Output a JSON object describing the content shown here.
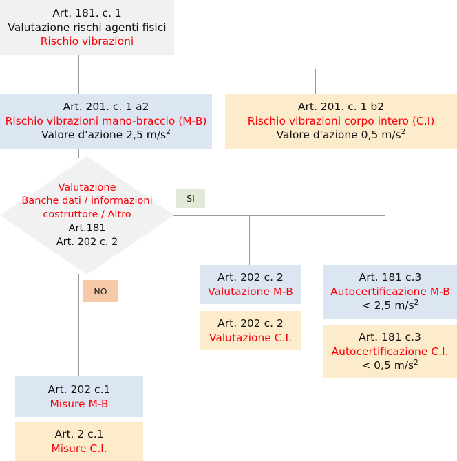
{
  "diagram": {
    "title": "Valutazione rischio vibrazioni - schema decisionale",
    "colors": {
      "grey": "#f1f1f1",
      "blue": "#dce6f2",
      "cream": "#fdeccb",
      "green_badge": "#e0ead6",
      "peach_badge": "#f6c9a8",
      "red_text": "#fb0007",
      "black_text": "#111111",
      "connector": "#9a9a9a"
    },
    "nodes": {
      "top": {
        "line1": "Art. 181. c. 1",
        "line2": "Valutazione rischi agenti fisici",
        "line3": "Rischio vibrazioni"
      },
      "mano_braccio": {
        "line1": "Art. 201. c. 1 a2",
        "line2": "Rischio vibrazioni mano-braccio (M-B)",
        "line3_pre": "Valore d'azione 2,5 m/s",
        "line3_sup": "2"
      },
      "corpo_intero": {
        "line1": "Art. 201. c. 1 b2",
        "line2": "Rischio vibrazioni corpo intero (C.I)",
        "line3_pre": "Valore d'azione 0,5 m/s",
        "line3_sup": "2"
      },
      "decision": {
        "line1": "Valutazione",
        "line2": "Banche dati / informazioni",
        "line3": "costruttore / Altro",
        "line4": "Art.181",
        "line5": "Art. 202 c. 2"
      },
      "badge_si": "SI",
      "badge_no": "NO",
      "valutazione_mb": {
        "line1": "Art. 202 c. 2",
        "line2": "Valutazione M-B"
      },
      "valutazione_ci": {
        "line1": "Art. 202 c. 2",
        "line2": "Valutazione C.I."
      },
      "autocert_mb": {
        "line1": "Art. 181 c.3",
        "line2": "Autocertificazione M-B",
        "line3_pre": "< 2,5 m/s",
        "line3_sup": "2"
      },
      "autocert_ci": {
        "line1": "Art. 181 c.3",
        "line2": "Autocertificazione C.I.",
        "line3_pre": "< 0,5 m/s",
        "line3_sup": "2"
      },
      "misure_mb": {
        "line1": "Art. 202 c.1",
        "line2": "Misure M-B"
      },
      "misure_ci": {
        "line1": "Art. 2 c.1",
        "line2": "Misure C.I."
      }
    }
  }
}
